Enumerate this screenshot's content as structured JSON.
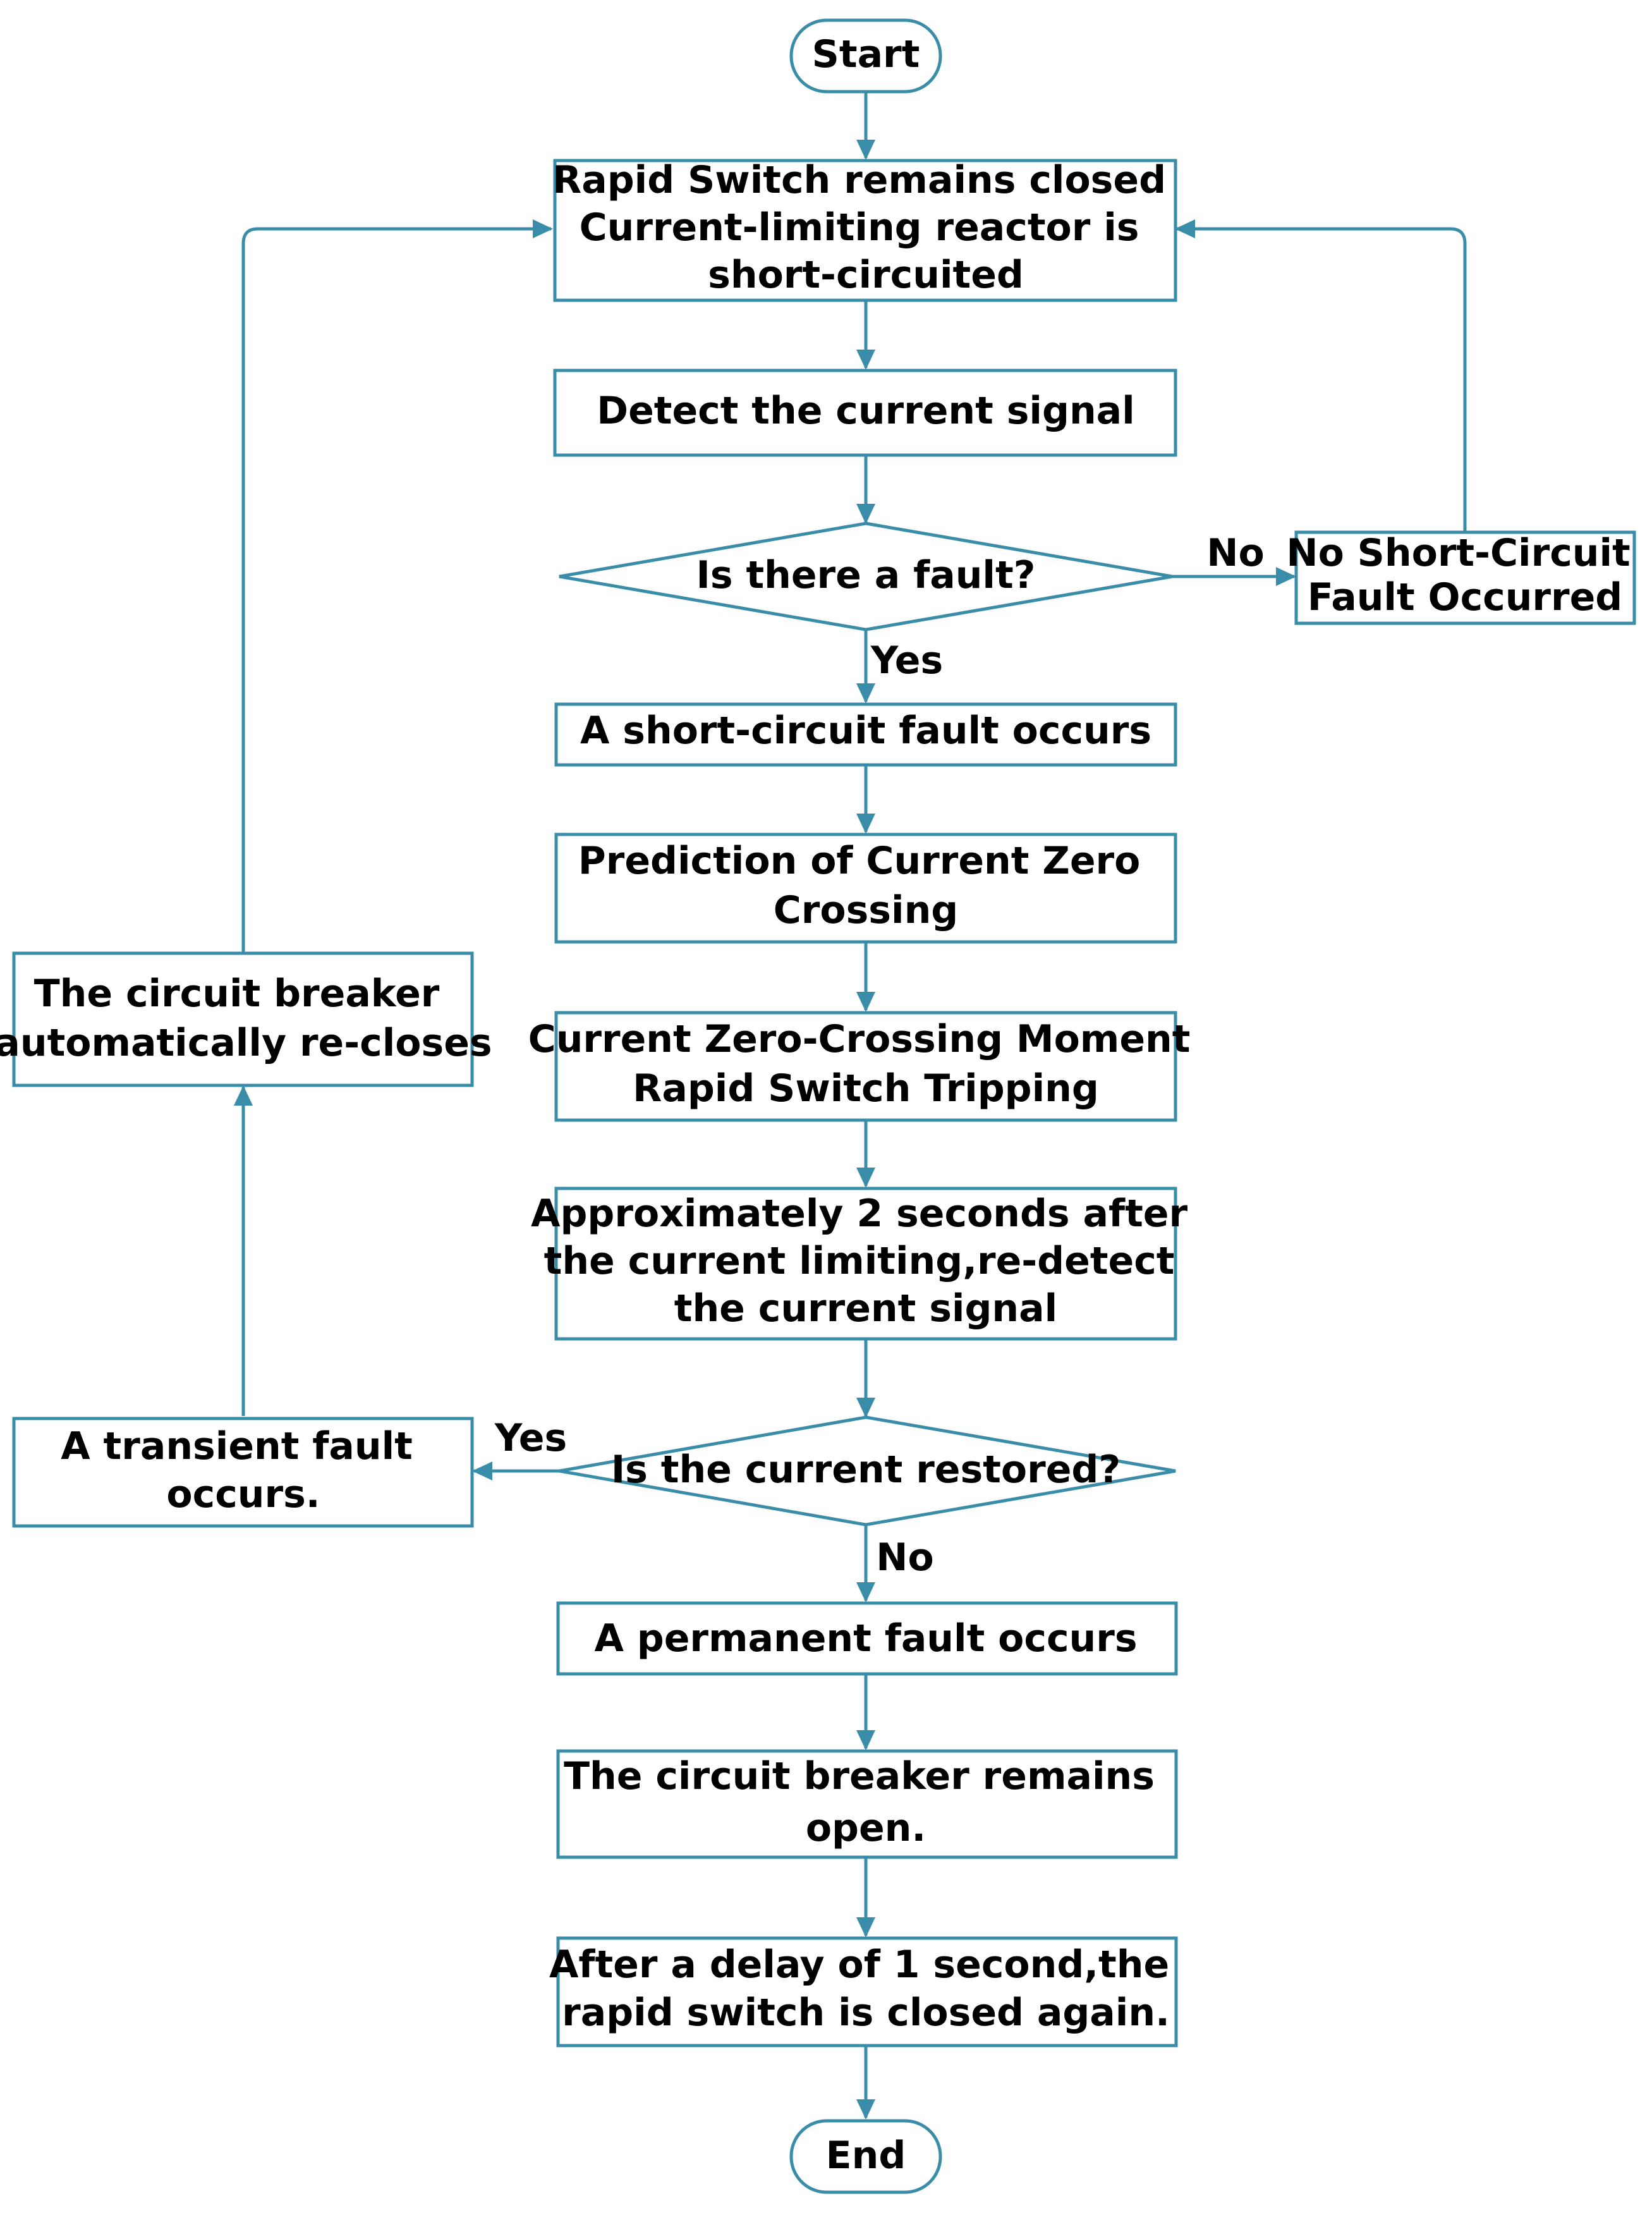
{
  "colors": {
    "stroke": "#3a8da8",
    "text": "#000000",
    "background": "#ffffff"
  },
  "nodes": {
    "start": {
      "lines": [
        "Start"
      ]
    },
    "closed": {
      "lines": [
        "Rapid Switch remains closed",
        "Current-limiting reactor is",
        "short-circuited"
      ]
    },
    "detect": {
      "lines": [
        "Detect the current signal"
      ]
    },
    "fault_decision": {
      "lines": [
        "Is there a fault?"
      ]
    },
    "no_fault": {
      "lines": [
        "No Short-Circuit",
        "Fault Occurred"
      ]
    },
    "short_circuit": {
      "lines": [
        "A short-circuit fault occurs"
      ]
    },
    "prediction": {
      "lines": [
        "Prediction of Current Zero",
        "Crossing"
      ]
    },
    "zero_crossing": {
      "lines": [
        "Current Zero-Crossing Moment",
        "Rapid Switch Tripping"
      ]
    },
    "redetect": {
      "lines": [
        "Approximately 2 seconds after",
        "the current limiting,re-detect",
        "the current signal"
      ]
    },
    "restored_decision": {
      "lines": [
        "Is the current restored?"
      ]
    },
    "transient": {
      "lines": [
        "A transient fault",
        "occurs."
      ]
    },
    "recloses": {
      "lines": [
        "The circuit breaker",
        "automatically re-closes"
      ]
    },
    "permanent": {
      "lines": [
        "A permanent fault occurs"
      ]
    },
    "remains_open": {
      "lines": [
        "The circuit breaker remains",
        "open."
      ]
    },
    "delay": {
      "lines": [
        "After a delay of 1 second,the",
        "rapid switch is closed again."
      ]
    },
    "end": {
      "lines": [
        "End"
      ]
    }
  },
  "edge_labels": {
    "fault_no": "No",
    "fault_yes": "Yes",
    "restored_yes": "Yes",
    "restored_no": "No"
  }
}
